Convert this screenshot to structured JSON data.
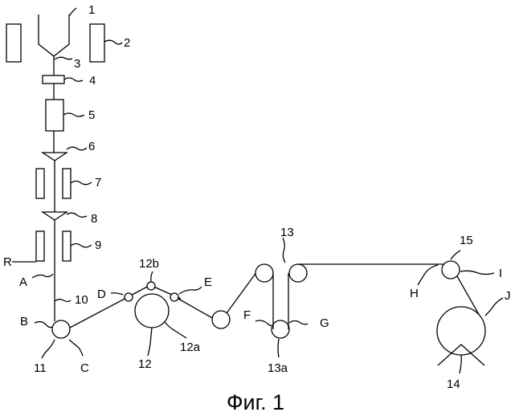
{
  "labels": {
    "l1": "1",
    "l2": "2",
    "l3": "3",
    "l4": "4",
    "l5": "5",
    "l6": "6",
    "l7": "7",
    "l8": "8",
    "l9": "9",
    "l10": "10",
    "l11": "11",
    "l12": "12",
    "l12a": "12a",
    "l12b": "12b",
    "l13": "13",
    "l13a": "13a",
    "l14": "14",
    "l15": "15",
    "R": "R",
    "A": "A",
    "B": "B",
    "C": "C",
    "D": "D",
    "E": "E",
    "F": "F",
    "G": "G",
    "H": "H",
    "I": "I",
    "J": "J"
  },
  "caption": "Фиг. 1"
}
